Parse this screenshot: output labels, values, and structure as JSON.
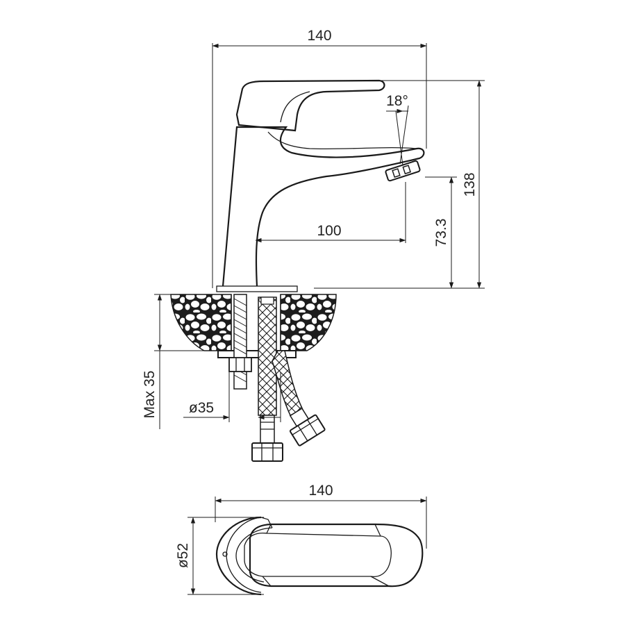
{
  "drawing": {
    "dimensions": {
      "top_width": "140",
      "spout_angle": "18°",
      "height": "138",
      "spout_height": "73.3",
      "reach": "100",
      "max_thickness": "Max 35",
      "hole_diameter": "ø35",
      "plan_width": "140",
      "base_diameter": "ø52"
    }
  }
}
